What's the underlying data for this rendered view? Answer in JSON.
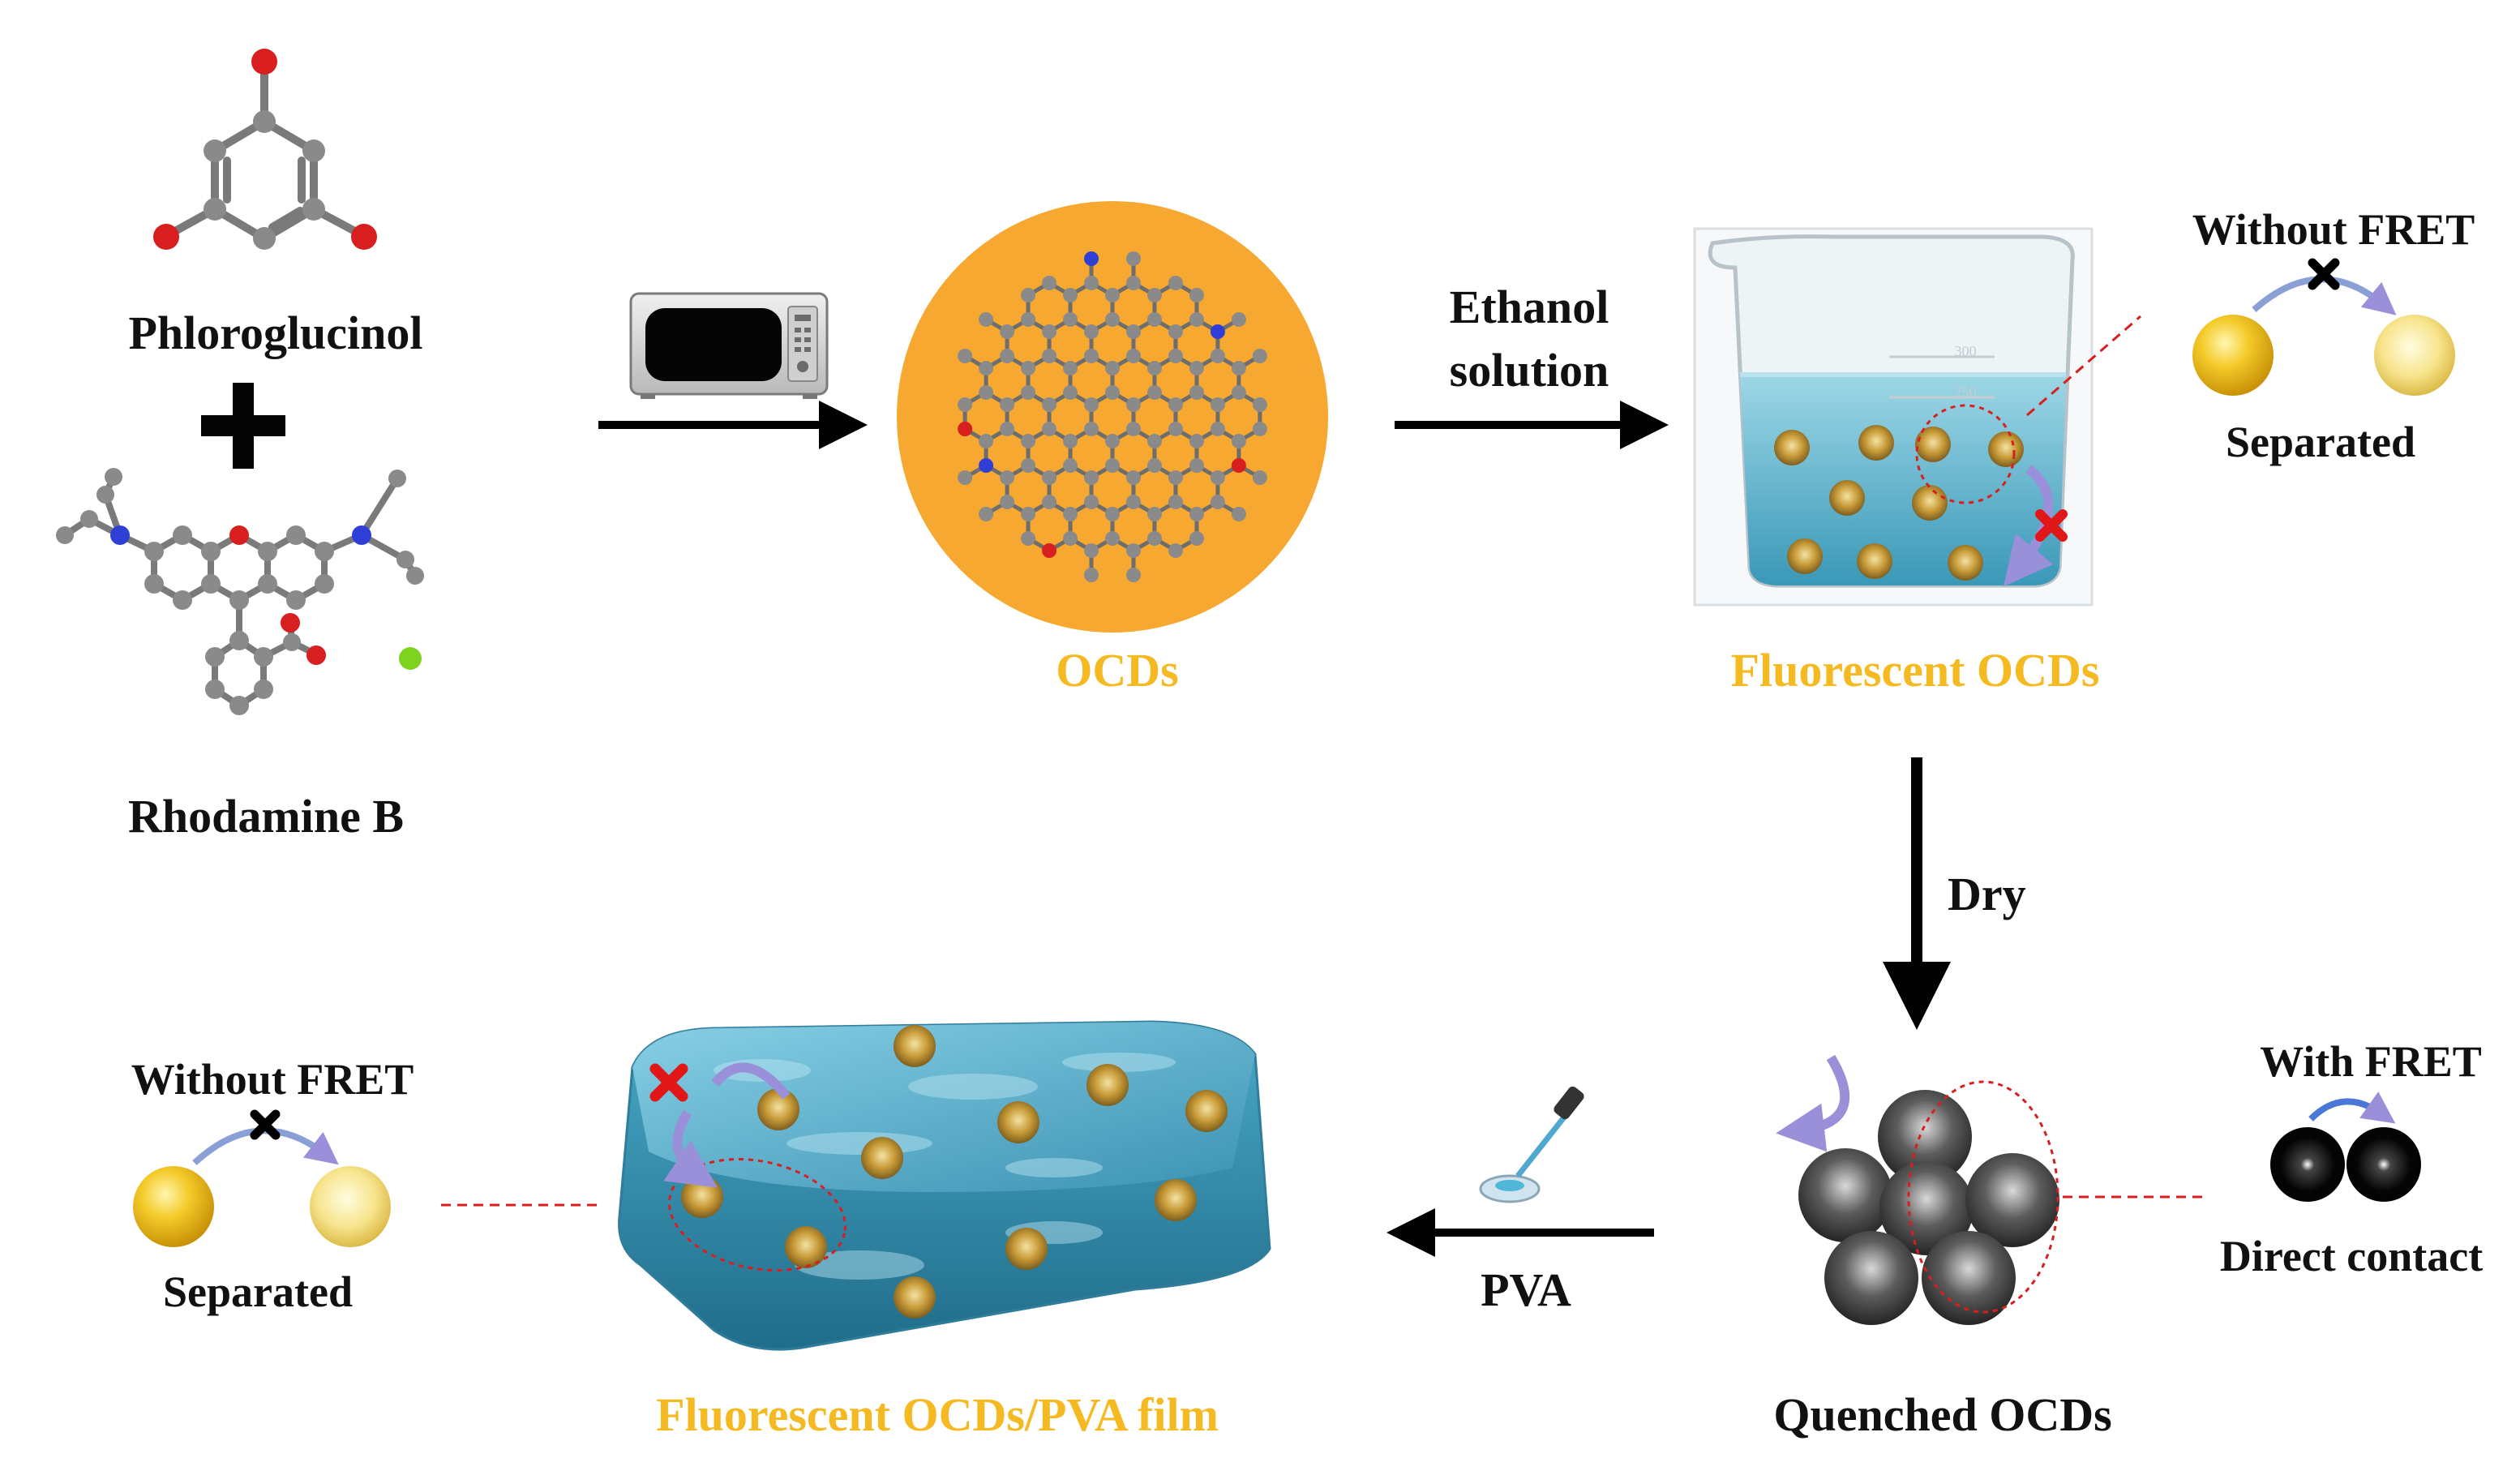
{
  "reactants": {
    "phloroglucinol": "Phloroglucinol",
    "rhodamine_b": "Rhodamine B"
  },
  "steps": {
    "ethanol_line1": "Ethanol",
    "ethanol_line2": "solution",
    "dry": "Dry",
    "pva": "PVA"
  },
  "products": {
    "ocds": "OCDs",
    "fluorescent_ocds": "Fluorescent OCDs",
    "quenched_ocds": "Quenched OCDs",
    "film": "Fluorescent OCDs/PVA film"
  },
  "insets": {
    "top_right": {
      "title": "Without FRET",
      "caption": "Separated"
    },
    "mid_right": {
      "title": "With FRET",
      "caption": "Direct contact"
    },
    "bottom_left": {
      "title": "Without FRET",
      "caption": "Separated"
    }
  },
  "beaker_marks": [
    "300",
    "250"
  ],
  "colors": {
    "label_accent": "#f5b921",
    "ocd_disk": "#f7a830",
    "oxygen_atom": "#d81e1e",
    "nitrogen_atom": "#2f3fd6",
    "carbon_atom": "#8a8a8a",
    "liquid": "#5fb8d3",
    "film": "#4aa9c8",
    "no_fret_mark": "#e11717"
  }
}
